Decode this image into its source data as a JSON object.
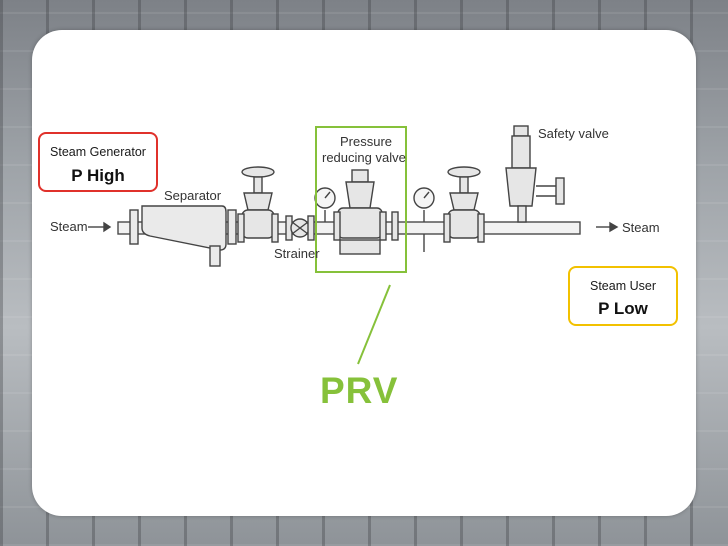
{
  "diagram": {
    "labels": {
      "steam_in": "Steam",
      "steam_out": "Steam",
      "separator": "Separator",
      "strainer": "Strainer",
      "prv_line1": "Pressure",
      "prv_line2": "reducing valve",
      "safety_valve": "Safety valve"
    },
    "callouts": {
      "generator": {
        "title": "Steam Generator",
        "value": "P High",
        "color": "#e0312b"
      },
      "user": {
        "title": "Steam User",
        "value": "P Low",
        "color": "#f2c100"
      }
    },
    "prv_label": "PRV",
    "accent": "#86c13a"
  }
}
